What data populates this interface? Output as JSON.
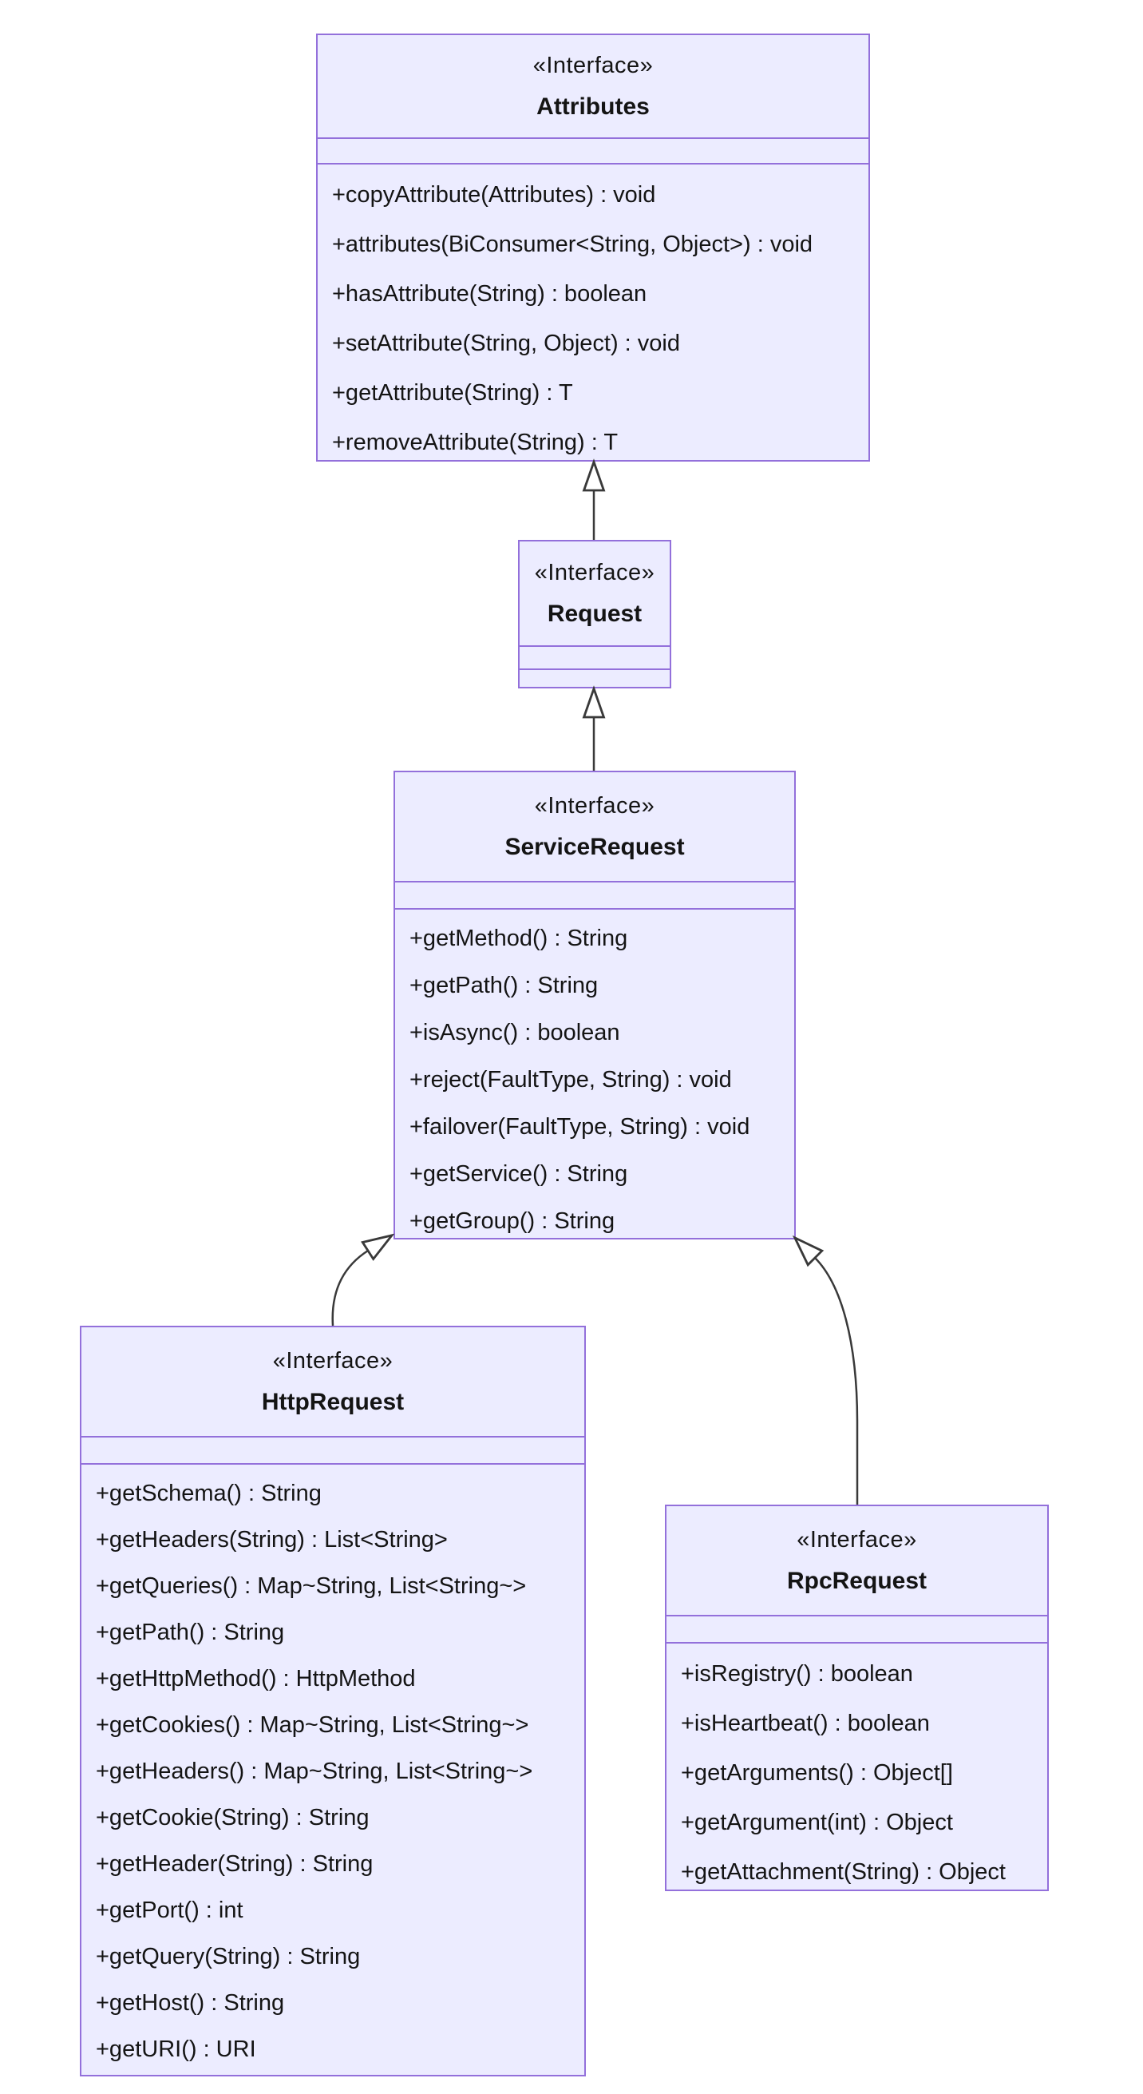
{
  "diagram": {
    "kind": "uml-class-diagram",
    "colors": {
      "box_fill": "#ECECFF",
      "box_border": "#9370DB",
      "edge_line": "#393939",
      "text": "#141414",
      "page_background": "#ffffff"
    },
    "classes": [
      {
        "id": "attributes",
        "stereotype": "«Interface»",
        "name": "Attributes",
        "methods": [
          "+copyAttribute(Attributes) : void",
          "+attributes(BiConsumer<String, Object>) : void",
          "+hasAttribute(String) : boolean",
          "+setAttribute(String, Object) : void",
          "+getAttribute(String) : T",
          "+removeAttribute(String) : T"
        ]
      },
      {
        "id": "request",
        "stereotype": "«Interface»",
        "name": "Request",
        "methods": []
      },
      {
        "id": "serviceRequest",
        "stereotype": "«Interface»",
        "name": "ServiceRequest",
        "methods": [
          "+getMethod() : String",
          "+getPath() : String",
          "+isAsync() : boolean",
          "+reject(FaultType, String) : void",
          "+failover(FaultType, String) : void",
          "+getService() : String",
          "+getGroup() : String"
        ]
      },
      {
        "id": "httpRequest",
        "stereotype": "«Interface»",
        "name": "HttpRequest",
        "methods": [
          "+getSchema() : String",
          "+getHeaders(String) : List<String>",
          "+getQueries() : Map~String, List<String~>",
          "+getPath() : String",
          "+getHttpMethod() : HttpMethod",
          "+getCookies() : Map~String, List<String~>",
          "+getHeaders() : Map~String, List<String~>",
          "+getCookie(String) : String",
          "+getHeader(String) : String",
          "+getPort() : int",
          "+getQuery(String) : String",
          "+getHost() : String",
          "+getURI() : URI"
        ]
      },
      {
        "id": "rpcRequest",
        "stereotype": "«Interface»",
        "name": "RpcRequest",
        "methods": [
          "+isRegistry() : boolean",
          "+isHeartbeat() : boolean",
          "+getArguments() : Object[]",
          "+getArgument(int) : Object",
          "+getAttachment(String) : Object"
        ]
      }
    ],
    "relations": [
      {
        "from": "Request",
        "to": "Attributes",
        "type": "inheritance"
      },
      {
        "from": "ServiceRequest",
        "to": "Request",
        "type": "inheritance"
      },
      {
        "from": "HttpRequest",
        "to": "ServiceRequest",
        "type": "inheritance"
      },
      {
        "from": "RpcRequest",
        "to": "ServiceRequest",
        "type": "inheritance"
      }
    ]
  }
}
